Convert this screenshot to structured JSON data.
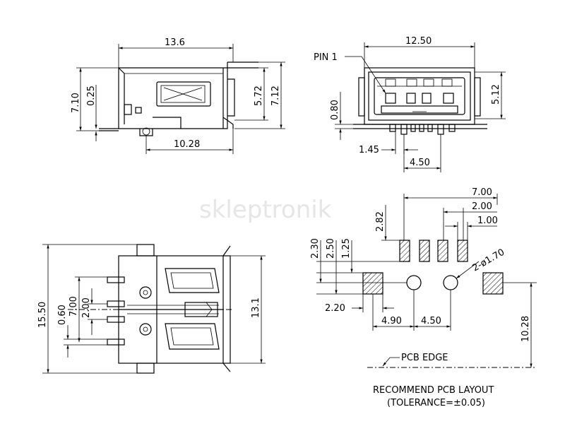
{
  "watermark": "skleptronik",
  "side_view": {
    "dim_length": "13.6",
    "dim_height": "7.10",
    "dim_offset": "0.25",
    "dim_body": "5.72",
    "dim_total": "7.12",
    "dim_pin": "10.28"
  },
  "front_view": {
    "pin1_label": "PIN 1",
    "dim_width": "12.50",
    "dim_height": "5.12",
    "dim_offset": "0.80",
    "dim_pin_offset": "1.45",
    "dim_pin_span": "4.50"
  },
  "top_view": {
    "dim_overall": "15.50",
    "dim_a": "0.60",
    "dim_b": "7.00",
    "dim_c": "2.00",
    "dim_body": "13.1"
  },
  "pcb_layout": {
    "dim_7": "7.00",
    "dim_2": "2.00",
    "dim_1": "1.00",
    "dim_282": "2.82",
    "dim_230": "2.30",
    "dim_250": "2.50",
    "dim_125": "1.25",
    "hole_label": "2-ø1.70",
    "dim_220": "2.20",
    "dim_490": "4.90",
    "dim_450": "4.50",
    "dim_1028": "10.28",
    "pcb_edge": "PCB EDGE",
    "title": "RECOMMEND PCB LAYOUT",
    "tolerance": "(TOLERANCE=±0.05)"
  }
}
